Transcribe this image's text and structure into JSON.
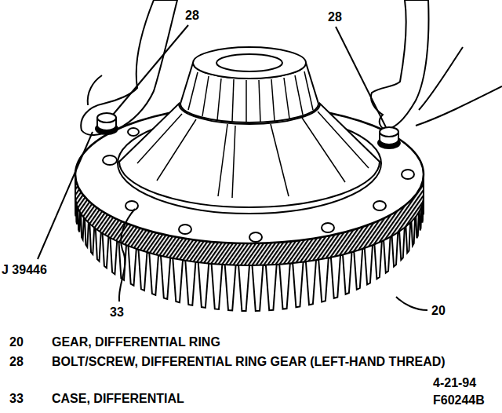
{
  "diagram": {
    "labels": [
      "28",
      "28",
      "J 39446",
      "33",
      "20",
      "20",
      "GEAR, DIFFERENTIAL RING",
      "28",
      "BOLT/SCREW, DIFFERENTIAL RING GEAR (LEFT-HAND THREAD)",
      "33",
      "CASE, DIFFERENTIAL",
      "4-21-94",
      "F60244B"
    ]
  }
}
